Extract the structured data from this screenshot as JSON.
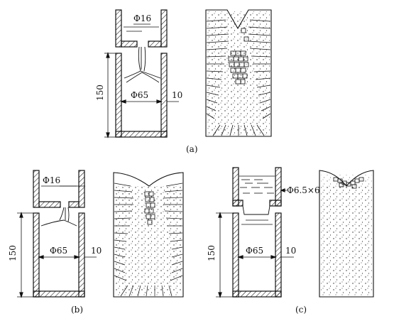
{
  "dims": {
    "diameter_small": "Φ16",
    "diameter_large": "Φ65",
    "wall": "10",
    "height": "150",
    "slot": "Φ6.5×6"
  },
  "captions": {
    "a": "(a)",
    "b": "(b)",
    "c": "(c)"
  },
  "colors": {
    "ink": "#111111",
    "paper": "#ffffff"
  }
}
